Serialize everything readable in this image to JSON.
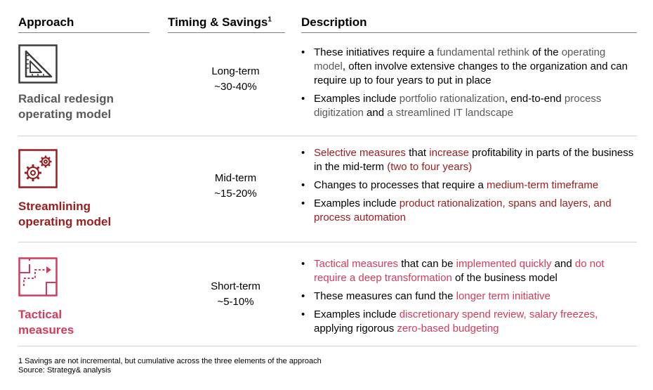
{
  "headers": {
    "approach": "Approach",
    "timing": "Timing & Savings",
    "timing_sup": "1",
    "description": "Description"
  },
  "colors": {
    "gray": "#595959",
    "red": "#9b1c1c",
    "pink": "#d23c5a"
  },
  "rows": [
    {
      "icon": "ruler-triangle-icon",
      "title_line1": "Radical redesign",
      "title_line2": "operating model",
      "timing_line1": "Long-term",
      "timing_line2": "~30-40%",
      "bullets": [
        [
          {
            "t": "These initiatives require a ",
            "h": false
          },
          {
            "t": "fundamental rethink",
            "h": true
          },
          {
            "t": " of the ",
            "h": false
          },
          {
            "t": "operating model",
            "h": true
          },
          {
            "t": ", often involve extensive changes to the organization and can require up to four years to put in place",
            "h": false
          }
        ],
        [
          {
            "t": "Examples include ",
            "h": false
          },
          {
            "t": "portfolio rationalization",
            "h": true
          },
          {
            "t": ", end-to-end ",
            "h": false
          },
          {
            "t": "process digitization",
            "h": true
          },
          {
            "t": " and ",
            "h": false
          },
          {
            "t": "a streamlined IT landscape",
            "h": true
          }
        ]
      ]
    },
    {
      "icon": "gears-icon",
      "title_line1": "Streamlining",
      "title_line2": "operating model",
      "timing_line1": "Mid-term",
      "timing_line2": "~15-20%",
      "bullets": [
        [
          {
            "t": "Selective measures",
            "h": true
          },
          {
            "t": " that ",
            "h": false
          },
          {
            "t": "increase",
            "h": true
          },
          {
            "t": " profitability in parts of the business in the mid-term ",
            "h": false
          },
          {
            "t": "(two to four years)",
            "h": true
          }
        ],
        [
          {
            "t": "Changes to processes that require a ",
            "h": false
          },
          {
            "t": "medium-term timeframe",
            "h": true
          }
        ],
        [
          {
            "t": "Examples include ",
            "h": false
          },
          {
            "t": "product rationalization, spans and layers, and process automation",
            "h": true
          }
        ]
      ]
    },
    {
      "icon": "floorplan-path-icon",
      "title_line1": "Tactical",
      "title_line2": "measures",
      "timing_line1": "Short-term",
      "timing_line2": "~5-10%",
      "bullets": [
        [
          {
            "t": "Tactical measures",
            "h": true
          },
          {
            "t": " that can be ",
            "h": false
          },
          {
            "t": "implemented quickly",
            "h": true
          },
          {
            "t": " and ",
            "h": false
          },
          {
            "t": "do not require a deep transformation",
            "h": true
          },
          {
            "t": " of the business model",
            "h": false
          }
        ],
        [
          {
            "t": "These measures can fund the ",
            "h": false
          },
          {
            "t": "longer term initiative",
            "h": true
          }
        ],
        [
          {
            "t": "Examples include ",
            "h": false
          },
          {
            "t": "discretionary spend review, salary freezes,",
            "h": true
          },
          {
            "t": " applying rigorous ",
            "h": false
          },
          {
            "t": "zero-based budgeting",
            "h": true
          }
        ]
      ]
    }
  ],
  "footer": {
    "note": "1 Savings are not incremental, but cumulative across the three elements of the approach",
    "source": "Source: Strategy& analysis"
  }
}
